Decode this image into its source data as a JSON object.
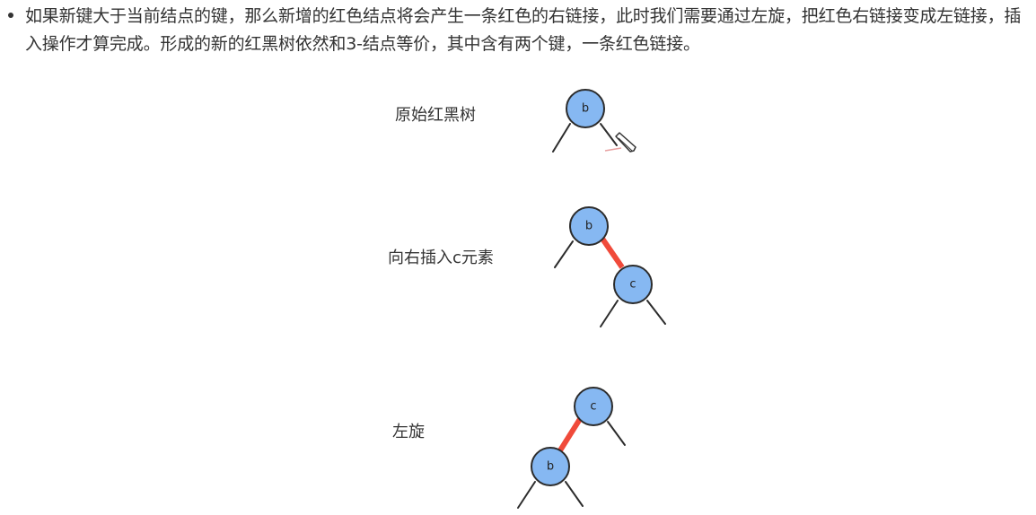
{
  "bullet": {
    "text": "如果新键大于当前结点的键，那么新增的红色结点将会产生一条红色的右链接，此时我们需要通过左旋，把红色右链接变成左链接，插入操作才算完成。形成的新的红黑树依然和3-结点等价，其中含有两个键，一条红色链接。"
  },
  "figures": {
    "original": {
      "label": "原始红黑树",
      "root_key": "b"
    },
    "insert": {
      "label": "向右插入c元素",
      "root_key": "b",
      "child_key": "c"
    },
    "rotate": {
      "label": "左旋",
      "root_key": "c",
      "child_key": "b"
    }
  },
  "colors": {
    "node_fill": "#86b8f2",
    "red_link": "#f04a3a",
    "black_link": "#2c2c2c"
  },
  "icons": {
    "cursor": "pencil-cursor-icon"
  }
}
